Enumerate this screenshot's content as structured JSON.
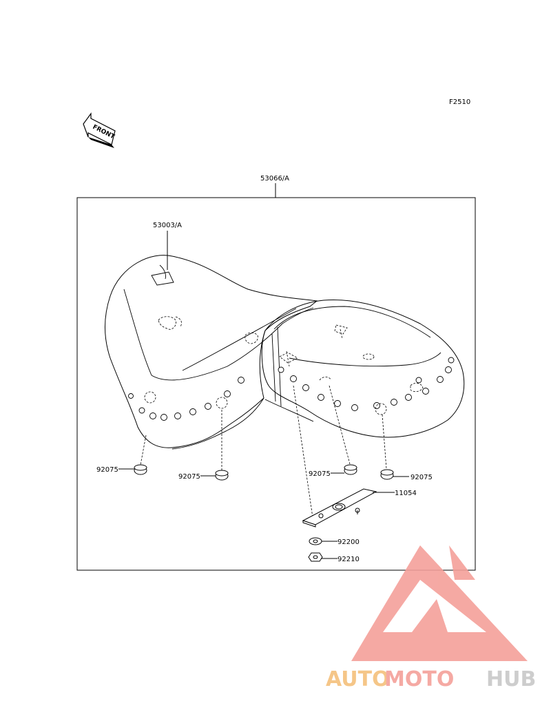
{
  "figure_code": "F2510",
  "front_label": "FRONT",
  "parts": {
    "seat_assy": "53066/A",
    "seat_cover": "53003/A",
    "grommet_1": "92075",
    "grommet_2": "92075",
    "grommet_3": "92075",
    "grommet_4": "92075",
    "bracket": "11054",
    "washer": "92200",
    "nut": "92210"
  },
  "watermark": {
    "text_auto": "AUTO",
    "text_moto": "MOTO",
    "text_hub": "HUB",
    "color_primary": "#f4a09a",
    "color_secondary": "#c8c8c8"
  }
}
